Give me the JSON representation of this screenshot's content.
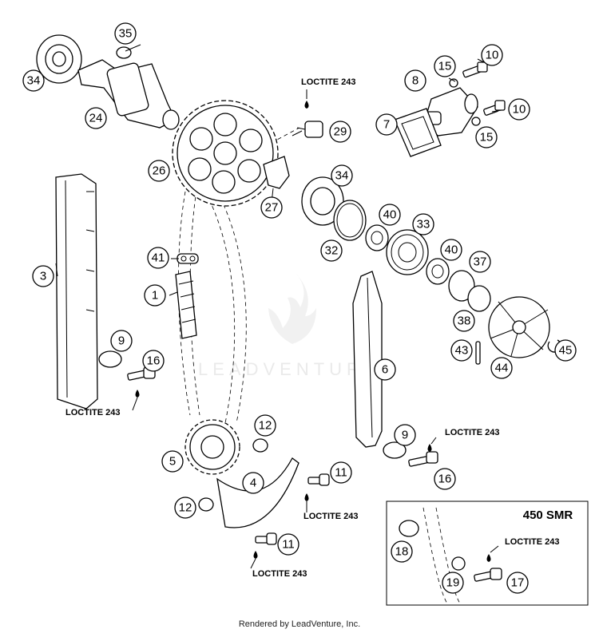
{
  "inset": {
    "title": "450 SMR"
  },
  "watermark": "LEADVENTURE",
  "footer": "Rendered by LeadVenture, Inc.",
  "loctite_label": "LOCTITE 243",
  "callouts": {
    "c35": "35",
    "c34a": "34",
    "c24": "24",
    "c26": "26",
    "c29": "29",
    "c27": "27",
    "c15a": "15",
    "c10a": "10",
    "c8": "8",
    "c7": "7",
    "c10b": "10",
    "c15b": "15",
    "c34b": "34",
    "c40a": "40",
    "c33": "33",
    "c32": "32",
    "c40b": "40",
    "c37": "37",
    "c38": "38",
    "c43": "43",
    "c44": "44",
    "c45": "45",
    "c3": "3",
    "c41": "41",
    "c1": "1",
    "c9a": "9",
    "c16a": "16",
    "c6": "6",
    "c9b": "9",
    "c16b": "16",
    "c12a": "12",
    "c5": "5",
    "c4": "4",
    "c11a": "11",
    "c12b": "12",
    "c11b": "11",
    "c18": "18",
    "c19": "19",
    "c17": "17"
  }
}
